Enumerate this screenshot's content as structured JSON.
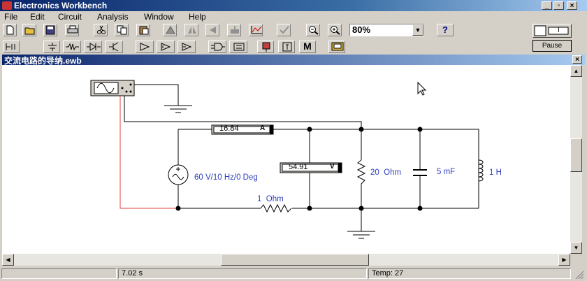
{
  "window": {
    "title": "Electronics Workbench"
  },
  "menu": [
    "File",
    "Edit",
    "Circuit",
    "Analysis",
    "Window",
    "Help"
  ],
  "toolbar": {
    "zoom_value": "80%",
    "help_label": "?"
  },
  "instruments": {
    "pause_label": "Pause",
    "power_label": "I"
  },
  "document": {
    "title": "交流电路的导纳.ewb"
  },
  "circuit": {
    "source_label": "60 V/10 Hz/0 Deg",
    "ammeter_reading": "16.84",
    "ammeter_unit": "A",
    "voltmeter_reading": "54.91",
    "voltmeter_unit": "V",
    "series_resistor": "1  Ohm",
    "parallel_resistor": "20  Ohm",
    "capacitor": "5 mF",
    "inductor": "1 H"
  },
  "status": {
    "time": "7.02 s",
    "temp": "Temp:  27"
  }
}
